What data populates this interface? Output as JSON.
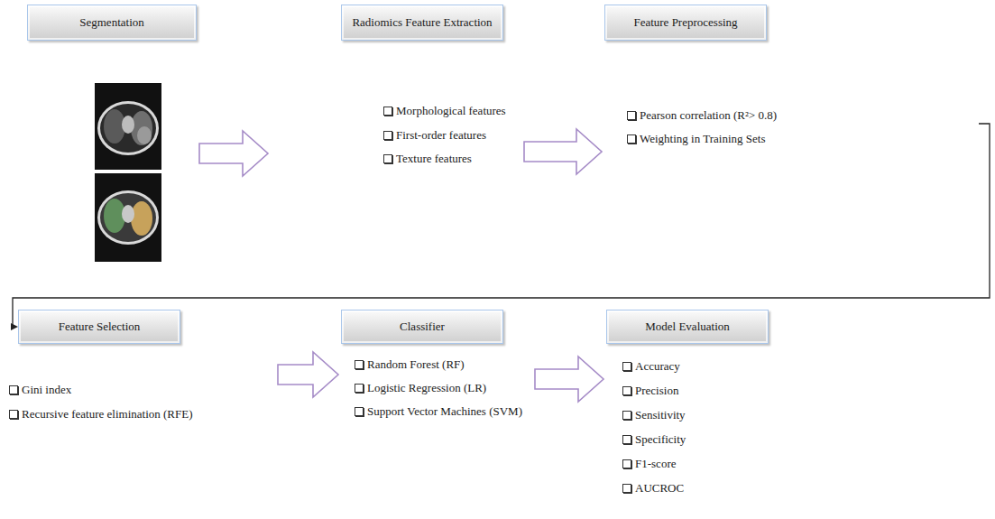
{
  "diagram": {
    "nodes": [
      {
        "text": [
          "Segmentation"
        ]
      },
      {
        "text": [
          "Radiomics Feature Extraction",
          "Morphological features",
          "First-order features",
          "Texture features"
        ]
      },
      {
        "text": [
          "Feature Preprocessing",
          "Pearson correlation (R²> 0.8)",
          "Weighting in Training Sets"
        ]
      },
      {
        "text": [
          "Feature Selection",
          "Gini index",
          "Recursive feature elimination (RFE)"
        ]
      },
      {
        "text": [
          "Classifier",
          "Random Forest (RF)",
          "Logistic Regression (LR)",
          "Support Vector Machines (SVM)"
        ]
      },
      {
        "text": [
          "Model Evaluation",
          "Accuracy",
          "Precision",
          "Sensitivity",
          "Specificity",
          "F1-score",
          "AUCROC"
        ]
      }
    ],
    "edges": [
      {
        "from": 0,
        "to": 1,
        "arrow": "to"
      },
      {
        "from": 1,
        "to": 2,
        "arrow": "to"
      },
      {
        "from": 2,
        "to": 3,
        "arrow": "to"
      },
      {
        "from": 3,
        "to": 4,
        "arrow": "to"
      },
      {
        "from": 4,
        "to": 5,
        "arrow": "to"
      }
    ]
  }
}
